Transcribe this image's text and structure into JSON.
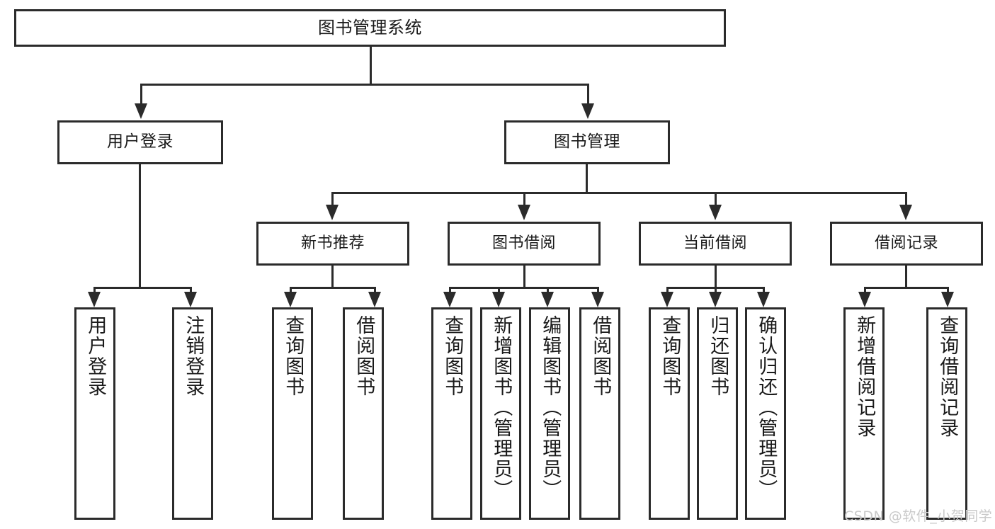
{
  "diagram": {
    "title": "图书管理系统",
    "type": "hierarchy-tree",
    "root": {
      "label": "图书管理系统"
    },
    "tier2": [
      {
        "label": "用户登录"
      },
      {
        "label": "图书管理"
      }
    ],
    "tier3": [
      {
        "label": "新书推荐"
      },
      {
        "label": "图书借阅"
      },
      {
        "label": "当前借阅"
      },
      {
        "label": "借阅记录"
      }
    ],
    "leaves": [
      {
        "label": "用户登录",
        "parent": "用户登录"
      },
      {
        "label": "注销登录",
        "parent": "用户登录"
      },
      {
        "label": "查询图书",
        "parent": "新书推荐"
      },
      {
        "label": "借阅图书",
        "parent": "新书推荐"
      },
      {
        "label": "查询图书",
        "parent": "图书借阅"
      },
      {
        "label": "新增图书（管理员）",
        "parent": "图书借阅"
      },
      {
        "label": "编辑图书（管理员）",
        "parent": "图书借阅"
      },
      {
        "label": "借阅图书",
        "parent": "图书借阅"
      },
      {
        "label": "查询图书",
        "parent": "当前借阅"
      },
      {
        "label": "归还图书",
        "parent": "当前借阅"
      },
      {
        "label": "确认归还（管理员）",
        "parent": "当前借阅"
      },
      {
        "label": "新增借阅记录",
        "parent": "借阅记录"
      },
      {
        "label": "查询借阅记录",
        "parent": "借阅记录"
      }
    ]
  },
  "watermark": {
    "text": "CSDN @软件_小贺同学",
    "color": "#c9c9c9"
  },
  "colors": {
    "border": "#2b2b2b",
    "background": "#ffffff",
    "text": "#1a1a1a"
  }
}
